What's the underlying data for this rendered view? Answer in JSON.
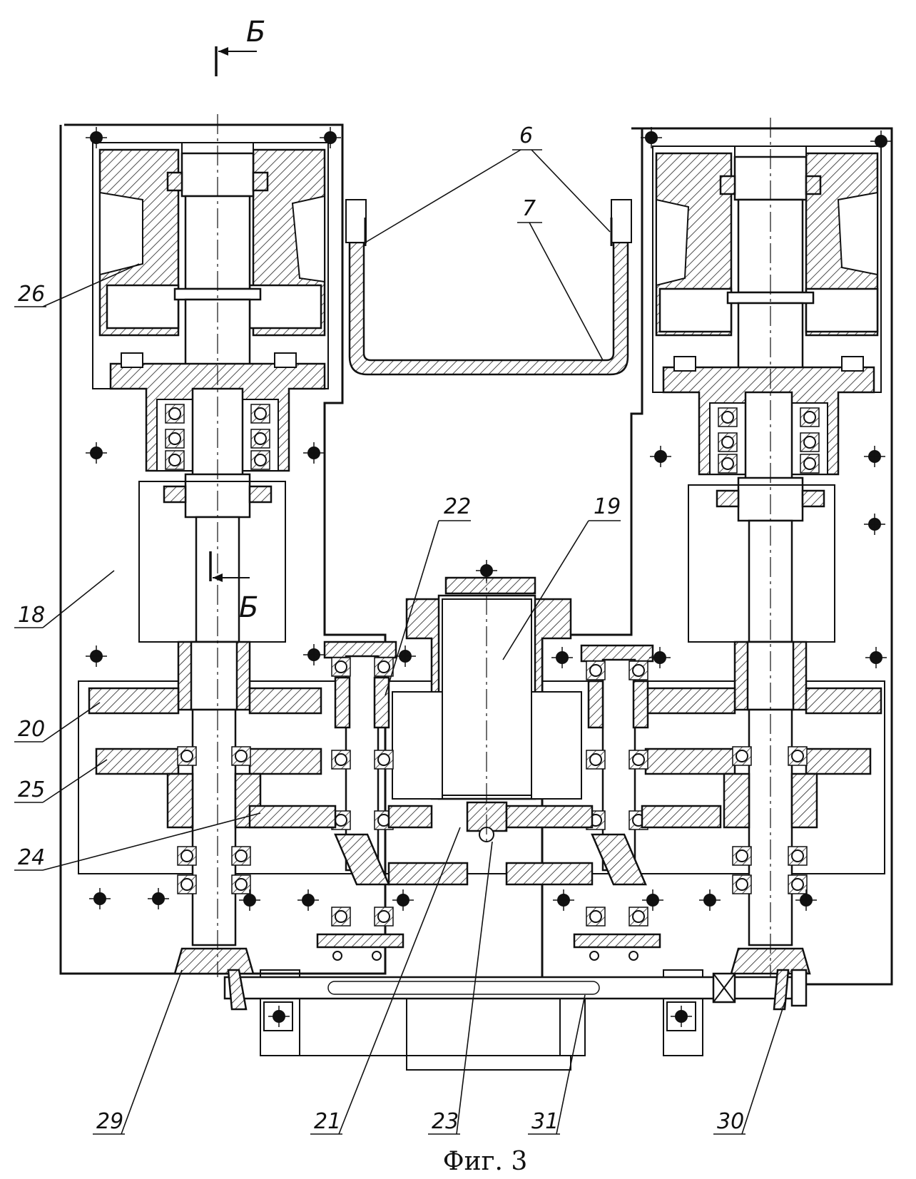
{
  "figure": {
    "caption": "Фиг. 3",
    "section_marks": [
      "Б",
      "Б"
    ],
    "labels": [
      "6",
      "7",
      "26",
      "22",
      "19",
      "18",
      "20",
      "25",
      "24",
      "29",
      "21",
      "23",
      "31",
      "30"
    ]
  }
}
